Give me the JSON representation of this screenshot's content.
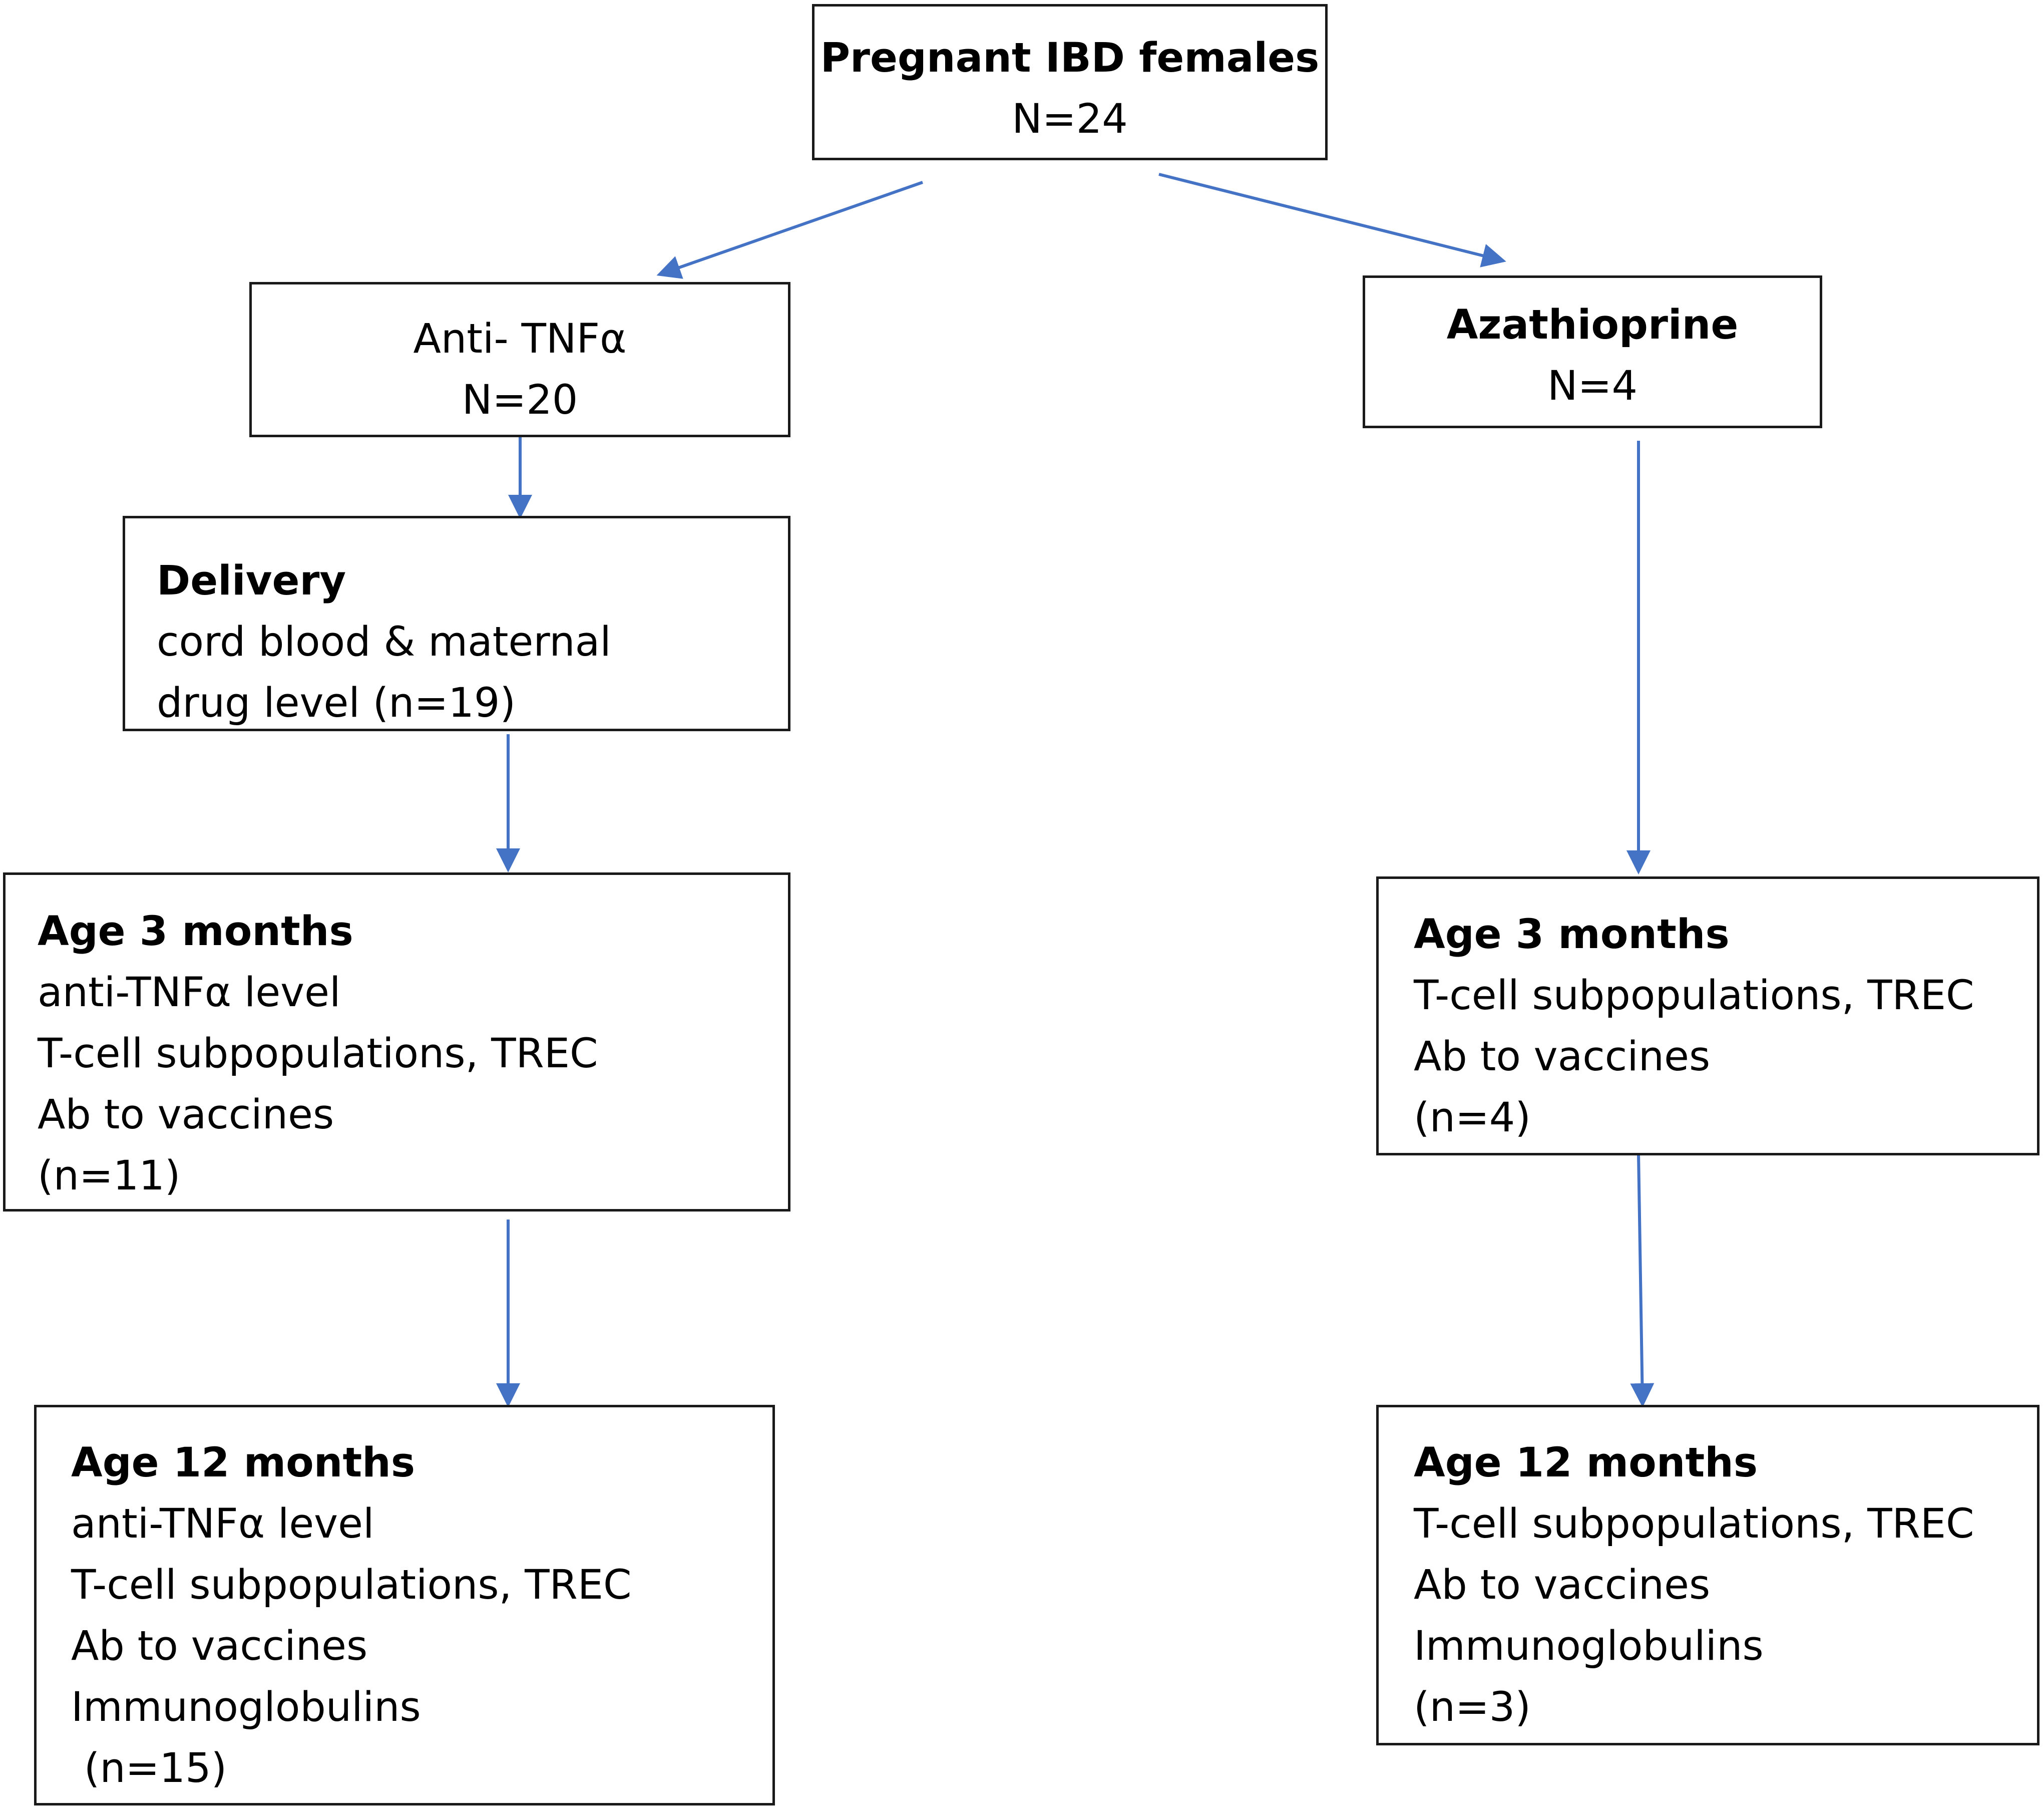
{
  "diagram": {
    "root": {
      "title": "Pregnant IBD females",
      "count": "N=24"
    },
    "left_branch": {
      "group": {
        "title": "Anti- TNFα",
        "count": "N=20"
      },
      "delivery": {
        "title": "Delivery",
        "lines": [
          "cord blood & maternal",
          "drug level (n=19)"
        ]
      },
      "age3": {
        "title": "Age 3 months",
        "lines": [
          "anti-TNFα level",
          "T-cell subpopulations, TREC",
          "Ab to vaccines",
          "(n=11)"
        ]
      },
      "age12": {
        "title": "Age 12 months",
        "lines": [
          "anti-TNFα level",
          "T-cell subpopulations, TREC",
          "Ab to vaccines",
          "Immunoglobulins",
          " (n=15)"
        ]
      }
    },
    "right_branch": {
      "group": {
        "title": "Azathioprine",
        "count": "N=4"
      },
      "age3": {
        "title": "Age 3 months",
        "lines": [
          "T-cell subpopulations, TREC",
          "Ab to vaccines",
          "(n=4)"
        ]
      },
      "age12": {
        "title": "Age 12 months",
        "lines": [
          "T-cell subpopulations, TREC",
          "Ab to vaccines",
          "Immunoglobulins",
          "(n=3)"
        ]
      }
    },
    "colors": {
      "arrow": "#4472c4",
      "box_border": "#1a1a1a"
    }
  }
}
